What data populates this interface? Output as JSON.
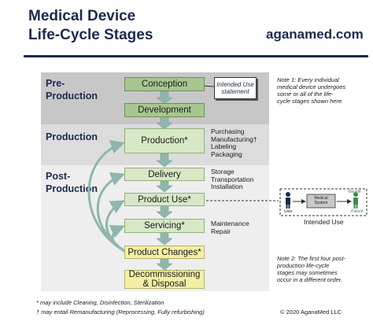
{
  "header": {
    "title_line1": "Medical Device",
    "title_line2": "Life-Cycle Stages",
    "site": "aganamed.com"
  },
  "stages": {
    "pre": [
      "Pre-",
      "Production"
    ],
    "production": "Production",
    "post": [
      "Post-",
      "Production"
    ]
  },
  "boxes": {
    "conception": "Conception",
    "development": "Development",
    "production": "Production*",
    "delivery": "Delivery",
    "product_use": "Product Use*",
    "servicing": "Servicing*",
    "product_changes": "Product Changes*",
    "decommissioning_line1": "Decommissioning",
    "decommissioning_line2": "& Disposal"
  },
  "callout": [
    "Intended Use",
    "statement"
  ],
  "side_labels": {
    "production": [
      "Purchasing",
      "Manufacturing†",
      "Labeling",
      "Packaging"
    ],
    "delivery": [
      "Storage",
      "Transportation",
      "Installation"
    ],
    "servicing": [
      "Maintenance",
      "Repair"
    ]
  },
  "intended_use": {
    "user": "User",
    "system": "Medical System",
    "benefit": "Benefit",
    "patient": "Patient",
    "label": "Intended Use"
  },
  "notes": {
    "note1": [
      "Note 1: Every individual",
      "medical device undergoes",
      "some or all of the life-",
      "cycle stages shown here."
    ],
    "note2": [
      "Note 2: The first four post-",
      "production life-cycle",
      "stages may sometimes",
      "occur in a different order."
    ]
  },
  "footnotes": {
    "asterisk": "* may include Cleaning, Disinfection, Sterilization",
    "dagger": "† may entail Remanufacturing (Reprocessing, Fully refurbishing)"
  },
  "copyright": "© 2020 AganaMed LLC",
  "colors": {
    "navy": "#1b2a4e",
    "green_dark": "#a8c690",
    "green_light": "#d8e8c6",
    "yellow": "#f4efa6",
    "teal_arrow": "#8fb6ad"
  }
}
